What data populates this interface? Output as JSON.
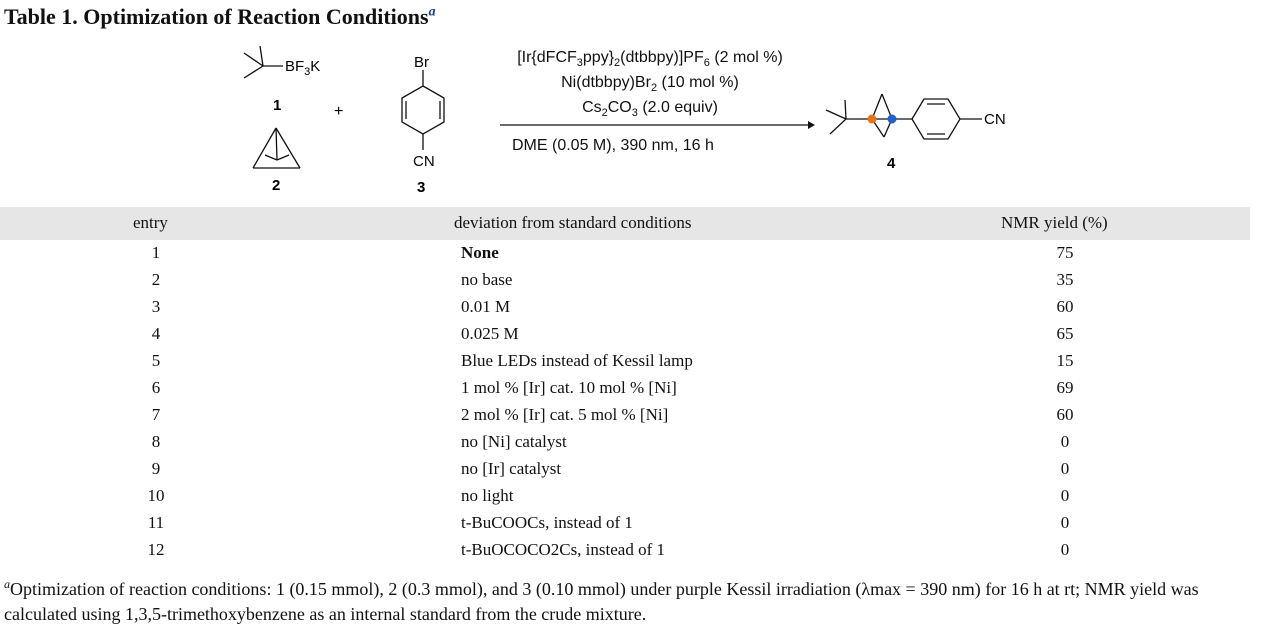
{
  "title": {
    "prefix": "Table 1. Optimization of Reaction Conditions",
    "footnote_mark": "a"
  },
  "scheme": {
    "reagent_label_bf3k": "BF",
    "compound_1": "1",
    "compound_2": "2",
    "compound_3": "3",
    "compound_4": "4",
    "plus": "+",
    "br": "Br",
    "cn_reactant": "CN",
    "cn_product": "CN",
    "conditions_line1": "[Ir{dFCF3ppy}2(dtbbpy)]PF6 (2 mol %)",
    "conditions_line2": "Ni(dtbbpy)Br2 (10 mol %)",
    "conditions_line3": "Cs2CO3 (2.0 equiv)",
    "conditions_below": "DME (0.05 M), 390 nm, 16 h",
    "marker_colors": {
      "orange": "#e8741a",
      "blue": "#1f63c8"
    }
  },
  "table": {
    "headers": {
      "entry": "entry",
      "deviation": "deviation from standard conditions",
      "yield": "NMR yield (%)"
    },
    "rows": [
      {
        "entry": "1",
        "deviation": "None",
        "yield": "75"
      },
      {
        "entry": "2",
        "deviation": "no base",
        "yield": "35"
      },
      {
        "entry": "3",
        "deviation": "0.01 M",
        "yield": "60"
      },
      {
        "entry": "4",
        "deviation": "0.025 M",
        "yield": "65"
      },
      {
        "entry": "5",
        "deviation": "Blue LEDs instead of Kessil lamp",
        "yield": "15"
      },
      {
        "entry": "6",
        "deviation": "1 mol % [Ir] cat. 10 mol % [Ni]",
        "yield": "69"
      },
      {
        "entry": "7",
        "deviation": "2 mol % [Ir] cat. 5 mol % [Ni]",
        "yield": "60"
      },
      {
        "entry": "8",
        "deviation": "no [Ni] catalyst",
        "yield": "0"
      },
      {
        "entry": "9",
        "deviation": "no [Ir] catalyst",
        "yield": "0"
      },
      {
        "entry": "10",
        "deviation": "no light",
        "yield": "0"
      },
      {
        "entry": "11",
        "deviation": "t-BuCOOCs, instead of 1",
        "yield": "0"
      },
      {
        "entry": "12",
        "deviation": "t-BuOCOCO2Cs, instead of 1",
        "yield": "0"
      }
    ]
  },
  "footnote": {
    "mark": "a",
    "text": "Optimization of reaction conditions: 1 (0.15 mmol), 2 (0.3 mmol), and 3 (0.10 mmol) under purple Kessil irradiation (λmax = 390 nm) for 16 h at rt; NMR yield was calculated using 1,3,5-trimethoxybenzene as an internal standard from the crude mixture."
  }
}
